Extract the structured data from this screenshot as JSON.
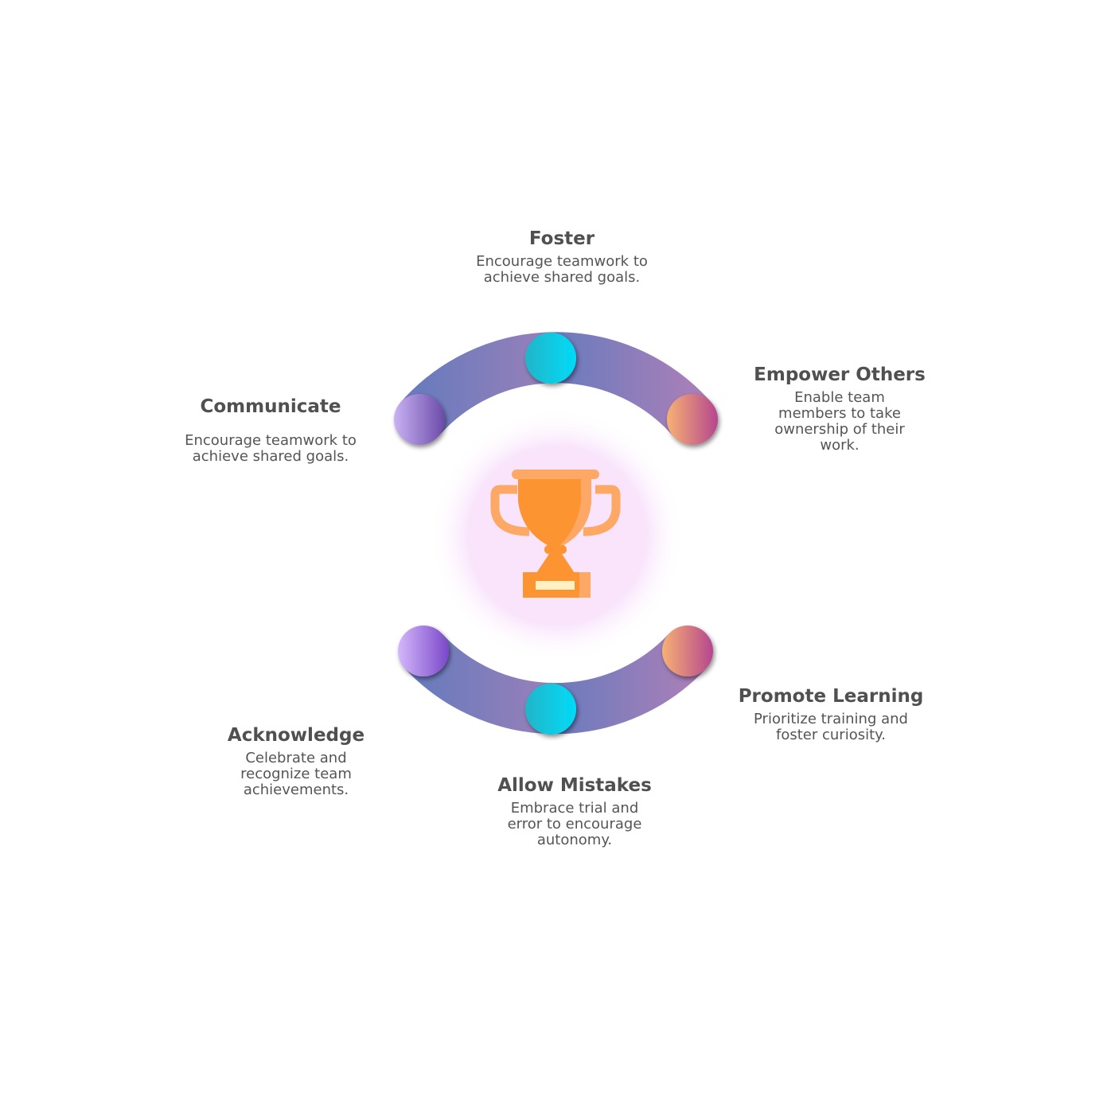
{
  "colors": {
    "arc_start": "#6a7bbd",
    "arc_end": "#a77fb8",
    "teal_start": "#22b5c9",
    "teal_end": "#00dbf7",
    "purple_start": "#d4b7fb",
    "purple_end": "#7a48c8",
    "orange_start": "#f7b173",
    "orange_end": "#b5468f",
    "trophy": "#fb9431",
    "trophy_light": "#fda865",
    "halo": "#f9e4fc"
  },
  "center_icon": "trophy-icon",
  "items": [
    {
      "title": "Foster",
      "desc": "Encourage teamwork to achieve shared goals."
    },
    {
      "title": "Empower Others",
      "desc": "Enable team members to take ownership of their work."
    },
    {
      "title": "Communicate",
      "desc": "Encourage teamwork to achieve shared goals."
    },
    {
      "title": "Promote Learning",
      "desc": "Prioritize training and foster curiosity."
    },
    {
      "title": "Acknowledge",
      "desc": "Celebrate and recognize team achievements."
    },
    {
      "title": "Allow Mistakes",
      "desc": "Embrace trial and error to encourage autonomy."
    }
  ]
}
